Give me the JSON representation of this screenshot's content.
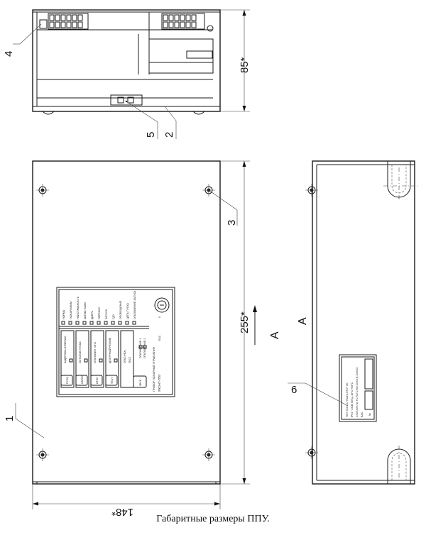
{
  "dimensions": {
    "height_top_view": "85*",
    "height_front": "255*",
    "width_front": "148*"
  },
  "callouts": {
    "c1": "1",
    "c2": "2",
    "c3": "3",
    "c4": "4",
    "c5": "5",
    "c6": "6"
  },
  "section": {
    "arrow_label": "A",
    "view_label": "A"
  },
  "panel": {
    "indicators": [
      "НОРМА",
      "ПОЖАР/ВНИМ",
      "НЕИСПРАВНОСТЬ",
      "АВТОМ. ВЫКЛ",
      "ДВЕРЬ",
      "ПЕРЕОХЛ",
      "ЗАПУСК",
      "СДУ",
      "ОПОВЕЩЕНИЕ",
      "ЦЕПЬ ПУСКА",
      "ОТКЛЮЧЕНИЕ ЗАПУСК"
    ],
    "buttons": [
      "ПУСК",
      "СБРОС",
      "ОТКЛ",
      "ТЕСТ",
      "ЗВУК"
    ],
    "columns": [
      "ЗАДЕРЖКА ОТОБРАЖ",
      "ОСТАНОВ ПУСКА",
      "ОТКЛЮЧЕН. ОПС",
      "ДЕЖУРНЫЙ РЕЖИМ",
      "ОТКЛ.РЕЖ.",
      "ТЕСТ",
      "ОТКЛЮЧЕНИЕ 1",
      "ОТКЛЮЧЕНИЕ 2"
    ],
    "product_line": "ПРИБОР ПОЖАРНЫЙ УПРАВЛЕНИЯ",
    "product_name": "ЯХОНТ-ППУ",
    "marks": "EAC"
  },
  "nameplate": {
    "lines": [
      "ППУ 019-4-1 \"Яхонт-ППУ\" ЛК",
      "IP54 ~230В 50Гц  -10°С/+55°С",
      "XXXXXXX № ТС RU C-RU.XXXX.B.XXXXX"
    ],
    "mark": "EAC",
    "number_label": "№"
  },
  "caption": "Габаритные размеры ППУ."
}
